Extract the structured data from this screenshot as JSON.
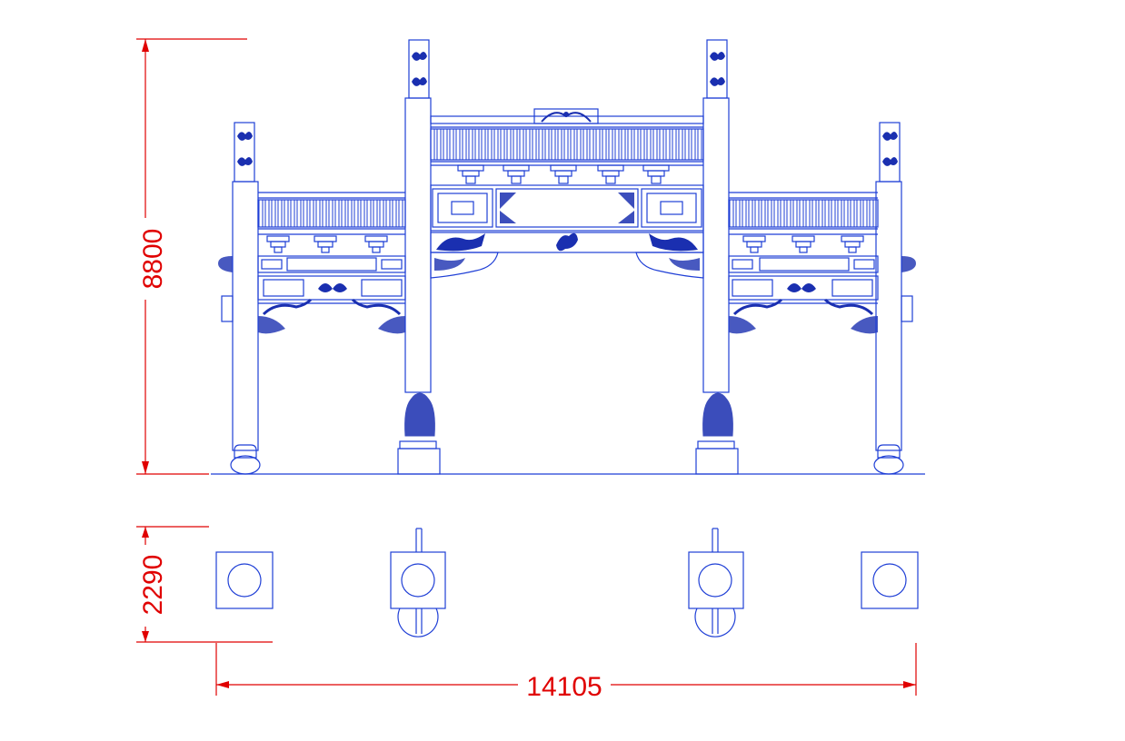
{
  "drawing": {
    "dimensions": {
      "height_total": "8800",
      "plan_depth": "2290",
      "total_width": "14105"
    },
    "colors": {
      "line": "#1f3fd6",
      "ornament": "#1a2fb0",
      "dimension": "#e00000",
      "background": "#ffffff"
    }
  }
}
